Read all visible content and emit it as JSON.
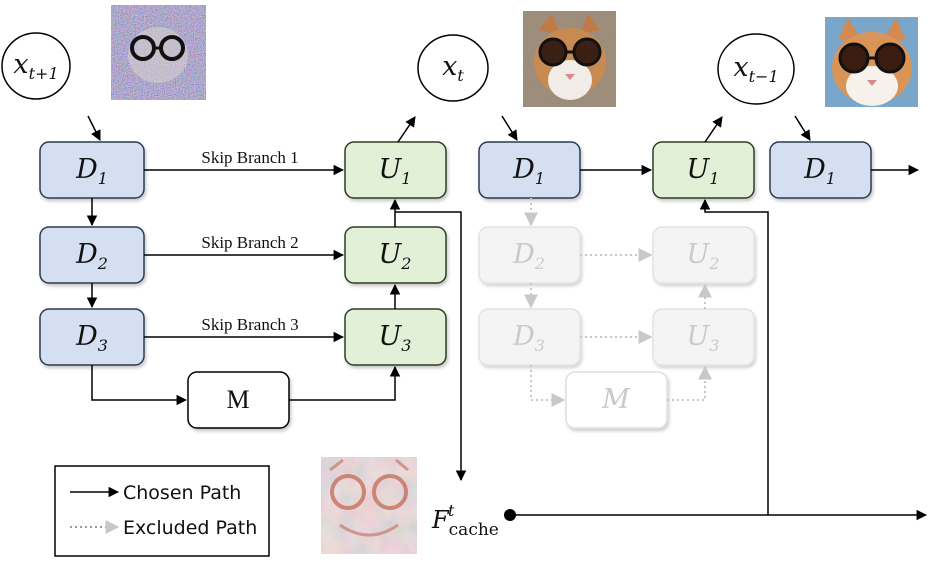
{
  "colors": {
    "encoder_fill": "#d4dff2",
    "encoder_stroke": "#2c3a55",
    "decoder_fill": "#e3f0d8",
    "decoder_stroke": "#2f3d28",
    "faded_fill": "#f2f2f2",
    "faded_stroke": "#dcdcdc",
    "arrow": "#000000",
    "faded_arrow": "#cccccc"
  },
  "nodes": {
    "x_t_plus_1": {
      "base": "x",
      "sub": "t+1"
    },
    "x_t": {
      "base": "x",
      "sub": "t"
    },
    "x_t_minus_1": {
      "base": "x",
      "sub": "t−1"
    }
  },
  "left_unet": {
    "encoders": [
      {
        "base": "D",
        "sub": "1"
      },
      {
        "base": "D",
        "sub": "2"
      },
      {
        "base": "D",
        "sub": "3"
      }
    ],
    "decoders": [
      {
        "base": "U",
        "sub": "1"
      },
      {
        "base": "U",
        "sub": "2"
      },
      {
        "base": "U",
        "sub": "3"
      }
    ],
    "middle": "M",
    "skip_labels": [
      "Skip Branch 1",
      "Skip Branch 2",
      "Skip Branch 3"
    ]
  },
  "right_unet": {
    "encoders": [
      {
        "base": "D",
        "sub": "1"
      },
      {
        "base": "D",
        "sub": "2"
      },
      {
        "base": "D",
        "sub": "3"
      }
    ],
    "decoders": [
      {
        "base": "U",
        "sub": "1"
      },
      {
        "base": "U",
        "sub": "2"
      },
      {
        "base": "U",
        "sub": "3"
      }
    ],
    "middle": "M",
    "next_encoder": {
      "base": "D",
      "sub": "1"
    }
  },
  "cache": {
    "base": "F",
    "sub": "cache",
    "sup": "t"
  },
  "legend": {
    "chosen": "Chosen Path",
    "excluded": "Excluded Path"
  },
  "images": {
    "noisy_cat": "noisy-cat-image",
    "mid_cat": "partially-denoised-cat-image",
    "clean_cat": "clean-cat-image",
    "feature_map": "cached-feature-map-image"
  }
}
